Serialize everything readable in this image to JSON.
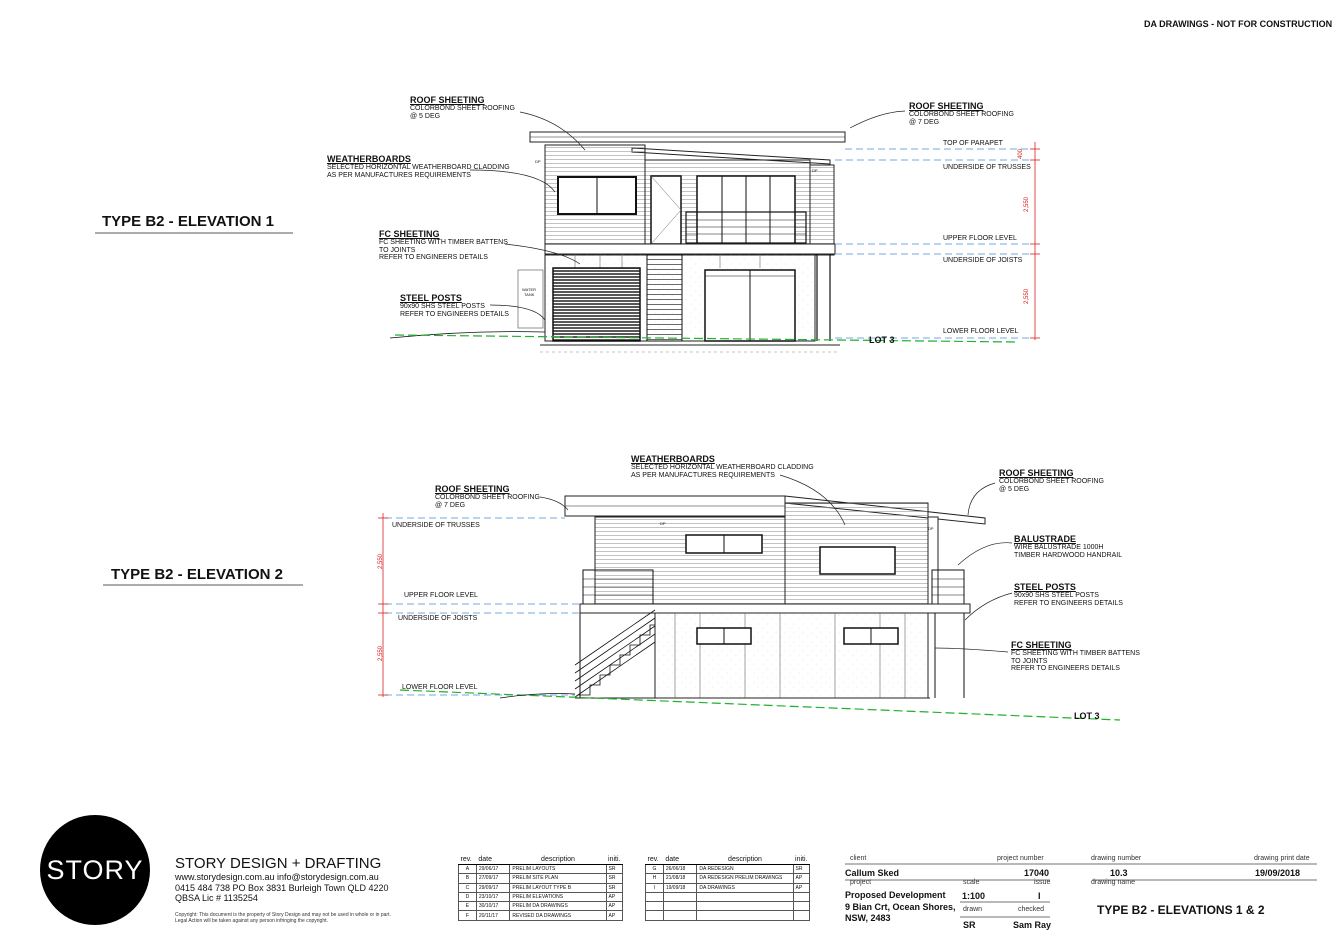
{
  "banner": "DA DRAWINGS - NOT FOR CONSTRUCTION",
  "elevation1": {
    "title": "TYPE B2 - ELEVATION 1",
    "labels": {
      "roof_left_h": "ROOF SHEETING",
      "roof_left_1": "COLORBOND SHEET ROOFING",
      "roof_left_2": "@ 5 DEG",
      "roof_right_h": "ROOF SHEETING",
      "roof_right_1": "COLORBOND SHEET ROOFING",
      "roof_right_2": "@ 7 DEG",
      "wb_h": "WEATHERBOARDS",
      "wb_1": "SELECTED HORIZONTAL WEATHERBOARD CLADDING",
      "wb_2": "AS PER MANUFACTURES REQUIREMENTS",
      "fc_h": "FC SHEETING",
      "fc_1": "FC SHEETING WITH TIMBER BATTENS",
      "fc_2": "TO JOINTS",
      "fc_3": "REFER TO ENGINEERS DETAILS",
      "sp_h": "STEEL POSTS",
      "sp_1": "90x90 SHS STEEL POSTS",
      "sp_2": "REFER TO ENGINEERS DETAILS",
      "tank_1": "WATER",
      "tank_2": "TANK",
      "dp1": "DP",
      "dp2": "DP"
    },
    "levels": {
      "top_parapet": "TOP OF PARAPET",
      "underside_trusses": "UNDERSIDE OF TRUSSES",
      "upper_floor": "UPPER FLOOR LEVEL",
      "underside_joists": "UNDERSIDE OF JOISTS",
      "lower_floor": "LOWER FLOOR LEVEL",
      "lot": "LOT 3"
    },
    "dims": {
      "d400": "400",
      "d2550a": "2,550",
      "d2550b": "2,550"
    }
  },
  "elevation2": {
    "title": "TYPE B2 - ELEVATION 2",
    "labels": {
      "wb_h": "WEATHERBOARDS",
      "wb_1": "SELECTED HORIZONTAL WEATHERBOARD CLADDING",
      "wb_2": "AS PER MANUFACTURES REQUIREMENTS",
      "roof_left_h": "ROOF SHEETING",
      "roof_left_1": "COLORBOND SHEET ROOFING",
      "roof_left_2": "@ 7 DEG",
      "roof_right_h": "ROOF SHEETING",
      "roof_right_1": "COLORBOND SHEET ROOFING",
      "roof_right_2": "@ 5 DEG",
      "bal_h": "BALUSTRADE",
      "bal_1": "WIRE BALUSTRADE 1000H",
      "bal_2": "TIMBER HARDWOOD HANDRAIL",
      "sp_h": "STEEL POSTS",
      "sp_1": "90x90 SHS STEEL POSTS",
      "sp_2": "REFER TO ENGINEERS DETAILS",
      "fc_h": "FC SHEETING",
      "fc_1": "FC SHEETING WITH TIMBER BATTENS",
      "fc_2": "TO JOINTS",
      "fc_3": "REFER TO ENGINEERS DETAILS",
      "dp1": "DP",
      "dp2": "DP"
    },
    "levels": {
      "underside_trusses": "UNDERSIDE OF TRUSSES",
      "upper_floor": "UPPER FLOOR LEVEL",
      "underside_joists": "UNDERSIDE OF JOISTS",
      "lower_floor": "LOWER FLOOR LEVEL",
      "lot": "LOT 3"
    },
    "dims": {
      "d2550a": "2,550",
      "d2550b": "2,550"
    }
  },
  "company": {
    "logo": "STORY",
    "name": "STORY DESIGN + DRAFTING",
    "line1": "www.storydesign.com.au      info@storydesign.com.au",
    "line2": "0415 484 738    PO Box 3831 Burleigh Town QLD 4220",
    "line3": "QBSA Lic # 1135254",
    "copy1": "Copyright: This document is the property of Story Design and may not be used in whole or in part.",
    "copy2": "Legal Action will be taken against any person infringing the copyright."
  },
  "revisions_left": {
    "headers": [
      "rev.",
      "date",
      "description",
      "initi."
    ],
    "rows": [
      [
        "A",
        "29/06/17",
        "PRELIM LAYOUTS",
        "SR"
      ],
      [
        "B",
        "27/09/17",
        "PRELIM SITE PLAN",
        "SR"
      ],
      [
        "C",
        "29/09/17",
        "PRELIM LAYOUT TYPE B",
        "SR"
      ],
      [
        "D",
        "23/10/17",
        "PRELIM ELEVATIONS",
        "AP"
      ],
      [
        "E",
        "30/10/17",
        "PRELIM DA DRAWINGS",
        "AP"
      ],
      [
        "F",
        "20/11/17",
        "REVISED DA DRAWINGS",
        "AP"
      ]
    ]
  },
  "revisions_right": {
    "headers": [
      "rev.",
      "date",
      "description",
      "initi."
    ],
    "rows": [
      [
        "G",
        "26/06/18",
        "DA REDESIGN",
        "SR"
      ],
      [
        "H",
        "21/08/18",
        "DA REDESIGN PRELIM DRAWINGS",
        "AP"
      ],
      [
        "I",
        "19/09/18",
        "DA DRAWINGS",
        "AP"
      ],
      [
        "",
        "",
        "",
        ""
      ],
      [
        "",
        "",
        "",
        ""
      ],
      [
        "",
        "",
        "",
        ""
      ]
    ]
  },
  "title_block": {
    "client_cap": "client",
    "client": "Callum Sked",
    "project_number_cap": "project number",
    "project_number": "17040",
    "project_cap": "project",
    "project_1": "Proposed Development",
    "project_2": "9 Bian Crt, Ocean Shores,",
    "project_3": "NSW, 2483",
    "scale_cap": "scale",
    "scale": "1:100",
    "issue_cap": "issue",
    "issue": "I",
    "drawn_cap": "drawn",
    "drawn": "SR",
    "checked_cap": "checked",
    "checked": "Sam Ray",
    "drawing_number_cap": "drawing number",
    "drawing_number": "10.3",
    "print_date_cap": "drawing print date",
    "print_date": "19/09/2018",
    "drawing_name_cap": "drawing name",
    "drawing_name": "TYPE B2 - ELEVATIONS 1 & 2"
  },
  "colors": {
    "level_line": "#4a8fd8",
    "dim_line": "#d92020",
    "ground_line": "#22b02e"
  }
}
